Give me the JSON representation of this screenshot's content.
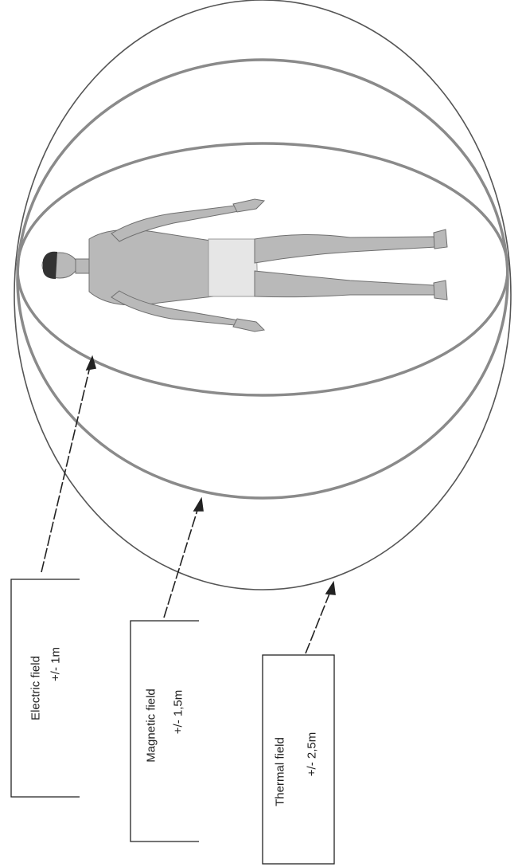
{
  "labels": {
    "electric": {
      "name": "Electric field",
      "range": "+/- 1m"
    },
    "magnetic": {
      "name": "Magnetic field",
      "range": "+/- 1,5m"
    },
    "thermal": {
      "name": "Thermal field",
      "range": "+/- 2,5m"
    }
  },
  "colors": {
    "field_line": "#8a8a8a",
    "outer_line": "#555555",
    "box_line": "#222222",
    "figure_skin": "#b9b9b9",
    "figure_shadow": "#7a7a7a"
  }
}
